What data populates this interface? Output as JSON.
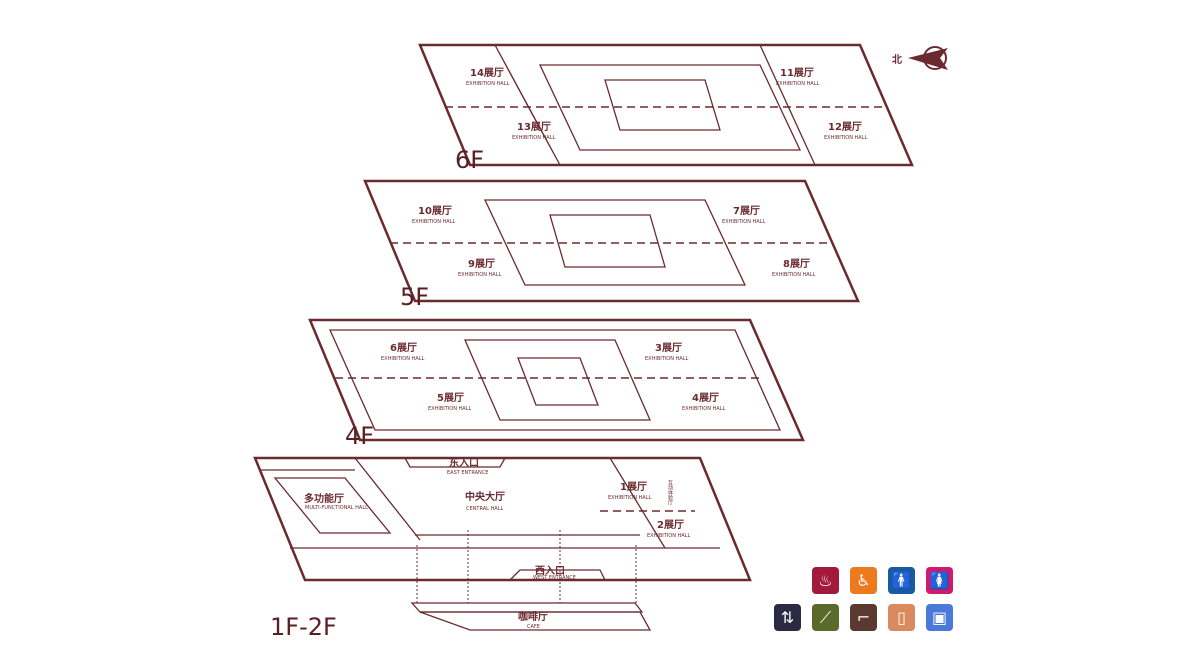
{
  "compass": {
    "label": "北"
  },
  "floors": [
    {
      "label": "6F",
      "halls": [
        {
          "cn": "14展厅",
          "en": "EXHIBITION HALL"
        },
        {
          "cn": "11展厅",
          "en": "EXHIBITION HALL"
        },
        {
          "cn": "13展厅",
          "en": "EXHIBITION HALL"
        },
        {
          "cn": "12展厅",
          "en": "EXHIBITION HALL"
        }
      ]
    },
    {
      "label": "5F",
      "halls": [
        {
          "cn": "10展厅",
          "en": "EXHIBITION HALL"
        },
        {
          "cn": "7展厅",
          "en": "EXHIBITION HALL"
        },
        {
          "cn": "9展厅",
          "en": "EXHIBITION HALL"
        },
        {
          "cn": "8展厅",
          "en": "EXHIBITION HALL"
        }
      ]
    },
    {
      "label": "4F",
      "halls": [
        {
          "cn": "6展厅",
          "en": "EXHIBITION HALL"
        },
        {
          "cn": "3展厅",
          "en": "EXHIBITION HALL"
        },
        {
          "cn": "5展厅",
          "en": "EXHIBITION HALL"
        },
        {
          "cn": "4展厅",
          "en": "EXHIBITION HALL"
        }
      ]
    },
    {
      "label": "1F-2F",
      "halls": [
        {
          "cn": "1展厅",
          "en": "EXHIBITION HALL"
        },
        {
          "cn": "2展厅",
          "en": "EXHIBITION HALL"
        }
      ],
      "east_entrance": {
        "cn": "东入口",
        "en": "EAST ENTRANCE"
      },
      "west_entrance": {
        "cn": "西入口",
        "en": "WEST ENTRANCE"
      },
      "central_hall": {
        "cn": "中央大厅",
        "en": "CENTRAL HALL"
      },
      "multi_hall": {
        "cn": "多功能厅",
        "en": "MULTI-FUNCTIONAL HALL"
      },
      "interactive_hall": "互动体验厅",
      "cafe": {
        "cn": "咖啡厅",
        "en": "CAFE"
      }
    }
  ],
  "legend": [
    {
      "name": "restaurant",
      "glyph": "♨",
      "color": "#a3193b"
    },
    {
      "name": "accessible",
      "glyph": "♿",
      "color": "#ee7a1e"
    },
    {
      "name": "mens-restroom",
      "glyph": "🚹",
      "color": "#1a5aa3"
    },
    {
      "name": "womens-restroom",
      "glyph": "🚺",
      "color": "#d11a6e"
    },
    {
      "name": "elevator",
      "glyph": "⇅",
      "color": "#2a2a45"
    },
    {
      "name": "escalator",
      "glyph": "⟋",
      "color": "#5a6a2a"
    },
    {
      "name": "stairs",
      "glyph": "⌐",
      "color": "#5a3a30"
    },
    {
      "name": "phone",
      "glyph": "▯",
      "color": "#d98a5e"
    },
    {
      "name": "service-desk",
      "glyph": "▣",
      "color": "#4a7ad9"
    }
  ]
}
